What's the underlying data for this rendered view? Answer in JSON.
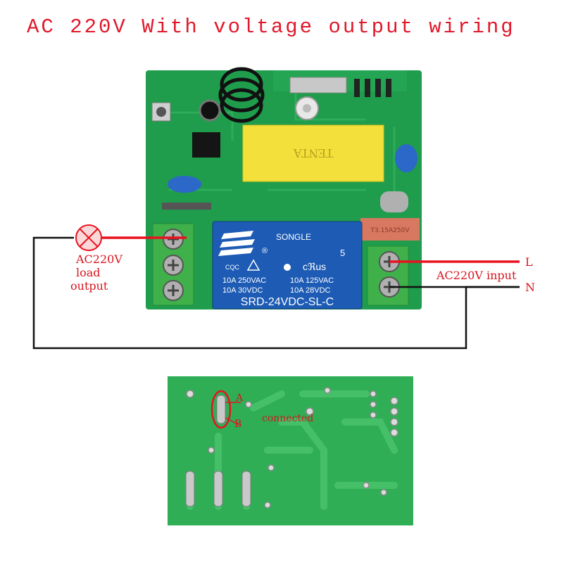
{
  "title": "AC 220V With voltage output wiring",
  "lamp": {
    "label_line1": "AC220V",
    "label_line2": "load",
    "label_line3": "output"
  },
  "input": {
    "label": "AC220V input",
    "terminal_l": "L",
    "terminal_n": "N"
  },
  "relay": {
    "brand": "SONGLE",
    "rating_left_1": "10A 250VAC",
    "rating_left_2": "10A 30VDC",
    "rating_right_1": "10A 125VAC",
    "rating_right_2": "10A 28VDC",
    "model": "SRD-24VDC-SL-C",
    "cqc": "CQC",
    "ul_mark": "cℜus",
    "ul_num": "5",
    "registered": "®"
  },
  "transformer": {
    "marking": "TENTA"
  },
  "fuse": {
    "marking": "T3.15A250V"
  },
  "back": {
    "point_a": "A",
    "point_b": "B",
    "connected": "connected"
  },
  "colors": {
    "title": "#e0182a",
    "label": "#d8141e",
    "pcb": "#1f9c4c",
    "relay": "#1d5bb4",
    "terminal": "#3fb04a",
    "wire_red": "#e8121f",
    "wire_black": "#111111"
  }
}
